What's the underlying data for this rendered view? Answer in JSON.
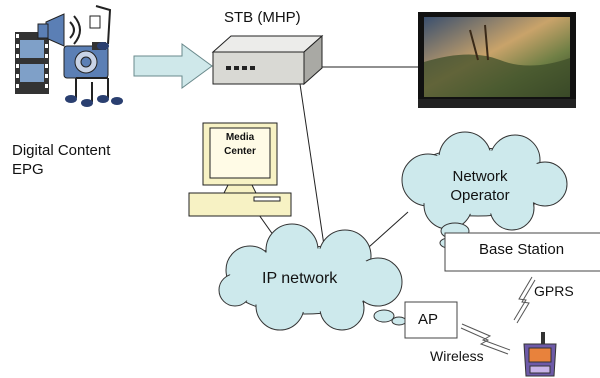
{
  "diagram": {
    "stb_label": "STB (MHP)",
    "source_label_line1": "Digital Content",
    "source_label_line2": "EPG",
    "media_center_line1": "Media",
    "media_center_line2": "Center",
    "ip_network_label": "IP network",
    "network_operator_line1": "Network",
    "network_operator_line2": "Operator",
    "base_station_label": "Base Station",
    "gprs_label": "GPRS",
    "ap_label": "AP",
    "wireless_label": "Wireless"
  },
  "colors": {
    "cloud_fill": "#cde9ec",
    "arrow_fill": "#cfe8ea",
    "stb_fill": "#d9d9d4",
    "pc_fill": "#f7f2c4",
    "tv_frame": "#111111",
    "phone_body": "#6e5aa8",
    "phone_screen": "#e8823c",
    "film_fill": "#7fa0c8",
    "media_fill": "#5b7fb5"
  }
}
